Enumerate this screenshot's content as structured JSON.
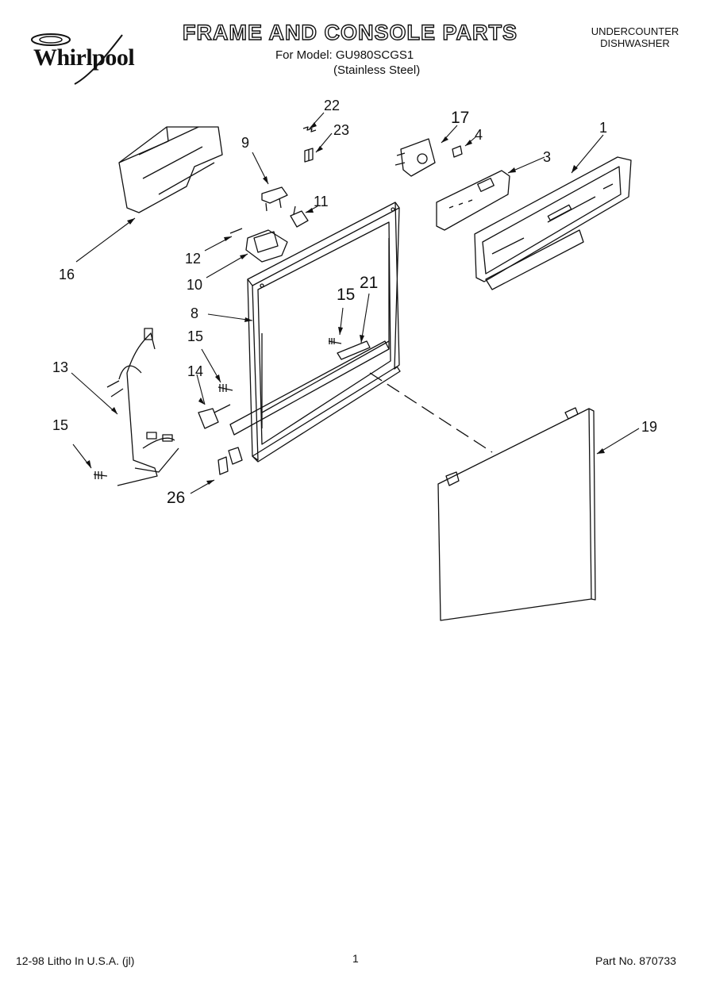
{
  "header": {
    "brand": "Whirlpool",
    "title": "FRAME AND CONSOLE PARTS",
    "model_line": "For Model: GU980SCGS1",
    "finish": "(Stainless Steel)",
    "product_type_line1": "UNDERCOUNTER",
    "product_type_line2": "DISHWASHER"
  },
  "callouts": {
    "c1": "1",
    "c3": "3",
    "c4": "4",
    "c8": "8",
    "c9": "9",
    "c10": "10",
    "c11": "11",
    "c12": "12",
    "c13": "13",
    "c14": "14",
    "c15a": "15",
    "c15b": "15",
    "c15c": "15",
    "c16": "16",
    "c17": "17",
    "c19": "19",
    "c21": "21",
    "c22": "22",
    "c23": "23",
    "c26": "26"
  },
  "footer": {
    "left": "12-98 Litho In U.S.A. (jl)",
    "page_number": "1",
    "part_number": "Part No. 870733"
  },
  "colors": {
    "ink": "#111111",
    "paper": "#ffffff"
  }
}
